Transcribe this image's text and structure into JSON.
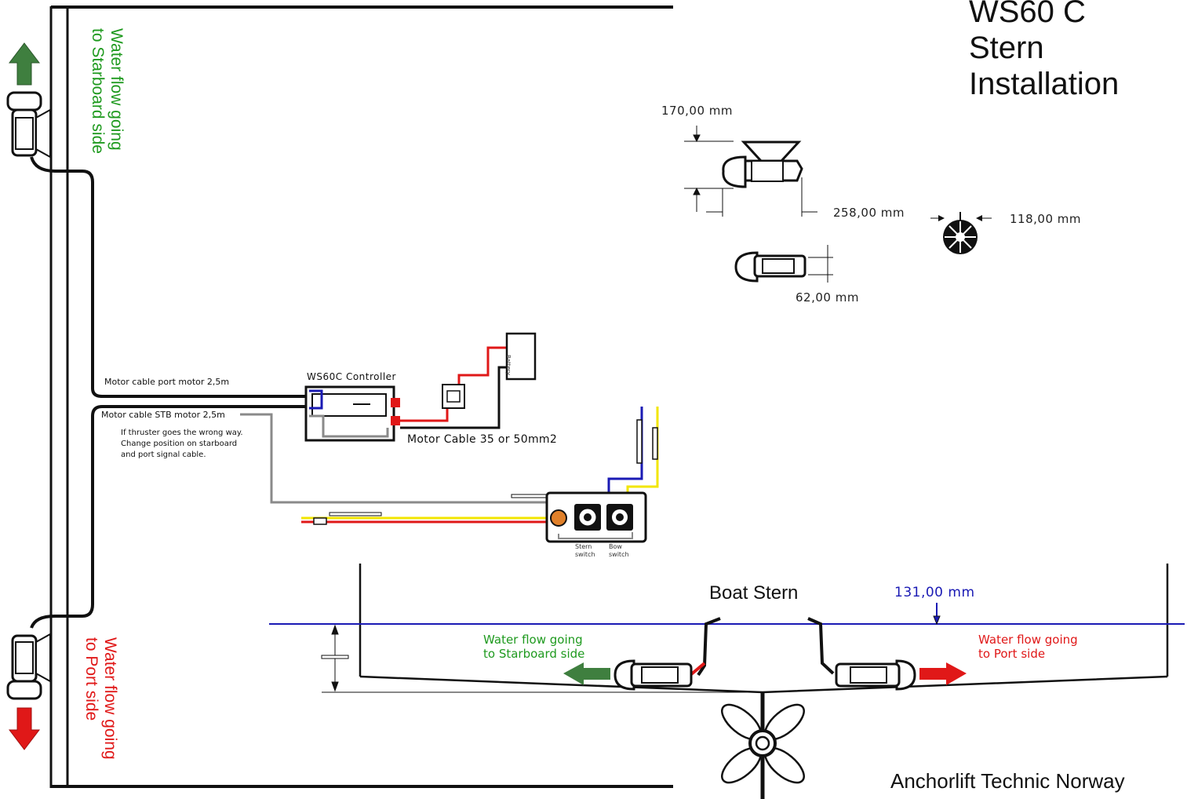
{
  "title": {
    "line1": "WS60 C",
    "line2": "Stern",
    "line3": "Installation"
  },
  "dimensions": {
    "height": "170,00 mm",
    "length": "258,00 mm",
    "diameter": "118,00 mm",
    "tube": "62,00 mm",
    "depth": "131,00 mm"
  },
  "flow_left": {
    "starboard": "Water flow going\nto Starboard side",
    "port": "Water flow going\nto Port side"
  },
  "cables": {
    "port_motor": "Motor cable port motor 2,5m",
    "stb_motor": "Motor cable STB motor 2,5m",
    "note_line1": "If thruster goes the wrong way.",
    "note_line2": "Change position on starboard",
    "note_line3": "and port signal cable.",
    "controller": "WS60C Controller",
    "motor_cable": "Motor Cable 35 or 50mm2",
    "battery": "Battery"
  },
  "switches": {
    "stern": "Stern\nswitch",
    "bow": "Bow\nswitch"
  },
  "stern_view": {
    "label": "Boat Stern",
    "flow_starboard_1": "Water flow going",
    "flow_starboard_2": "to Starboard side",
    "flow_port_1": "Water flow going",
    "flow_port_2": "to Port side"
  },
  "footer": "Anchorlift Technic Norway",
  "colors": {
    "green_text": "#1f9a1f",
    "red_text": "#e01818",
    "blue_line": "#1a1ab4",
    "arrow_green": "#3f7f3f",
    "arrow_red": "#e01818",
    "wire_red": "#e01818",
    "wire_yellow": "#f2e600",
    "wire_blue": "#1a1ab4",
    "wire_grey": "#8a8a8a"
  }
}
